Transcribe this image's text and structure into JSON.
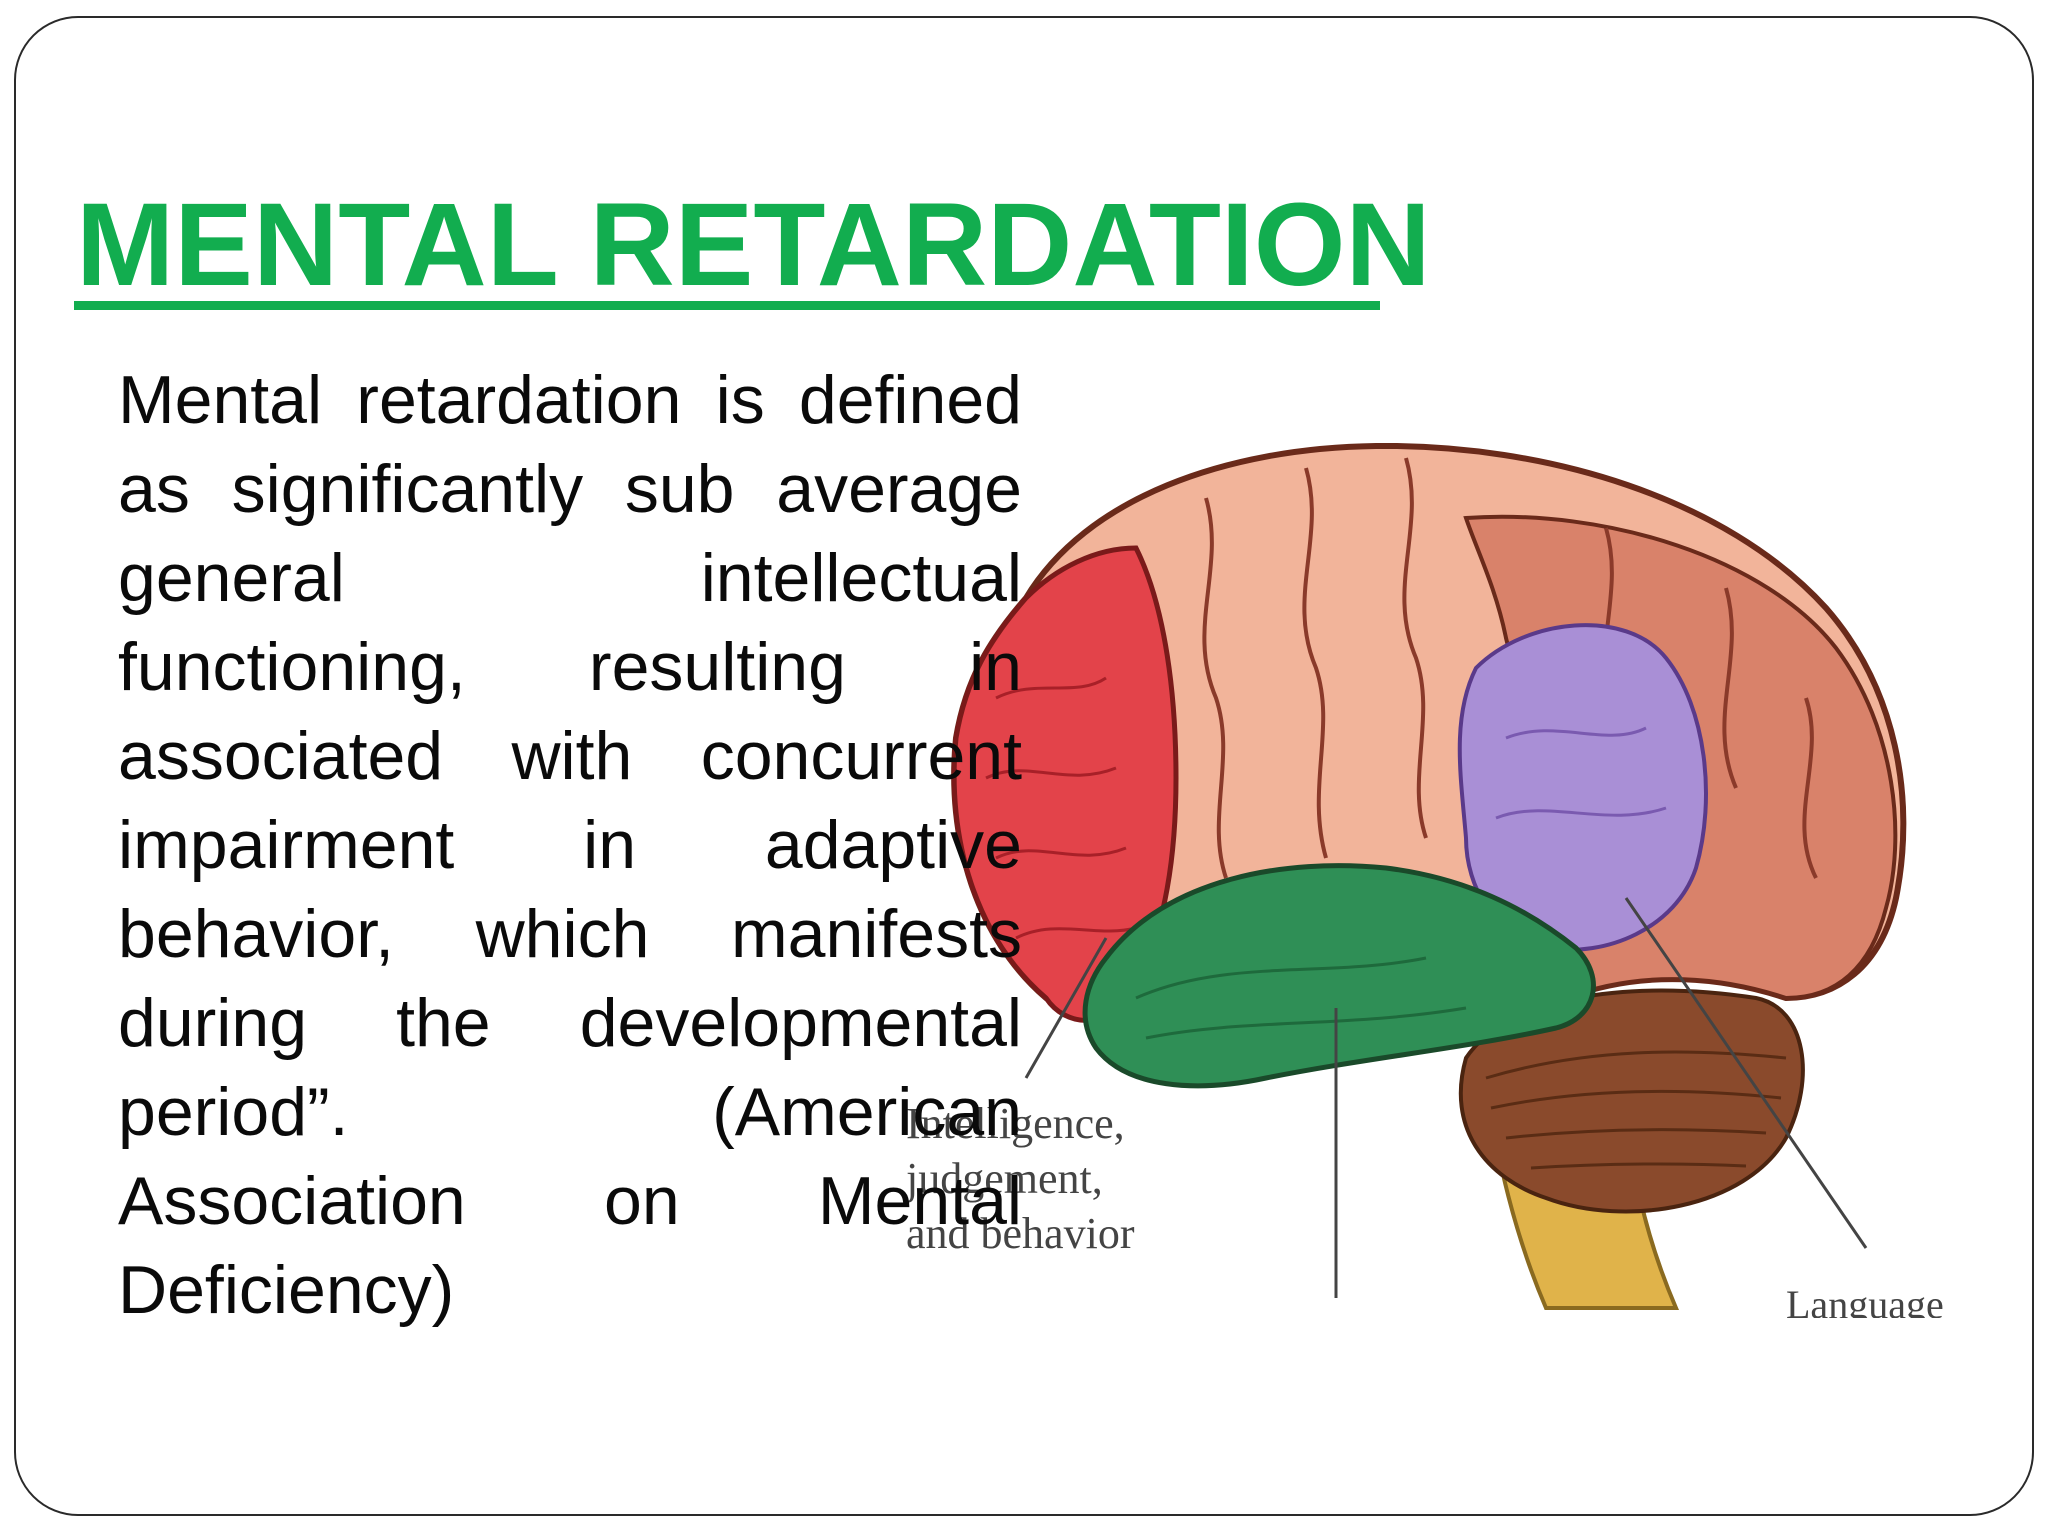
{
  "slide": {
    "title": "MENTAL RETARDATION",
    "body": "Mental retardation is defined as significantly sub average general intellectual functioning, resulting in associated with concurrent impairment in adaptive behavior, which manifests during the developmental period”. (American Association on Mental Deficiency)"
  },
  "figure": {
    "label_intelligence_1": "Intelligence,",
    "label_intelligence_2": "judgement,",
    "label_intelligence_3": "and behavior",
    "label_language": "Language"
  },
  "colors": {
    "title": "#12ad4f",
    "frontal_lobe": "#e3434a",
    "cortex": "#f2b49a",
    "parietal": "#d9826a",
    "temporal_lobe": "#2f8f56",
    "language_area": "#a98fd6",
    "cerebellum": "#8a4a2c",
    "brainstem": "#e0b34a"
  }
}
